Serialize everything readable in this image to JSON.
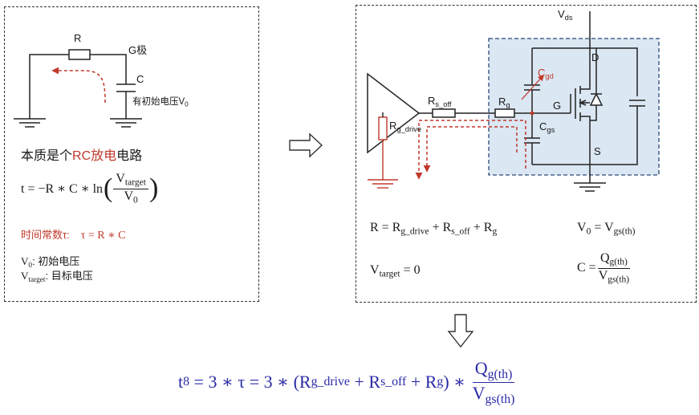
{
  "left": {
    "label_R": "R",
    "label_G": "G极",
    "label_C": "C",
    "cap_note": "有初始电压V",
    "cap_note_sub": "0",
    "essence_prefix": "本质是个",
    "essence_highlight": "RC放电",
    "essence_suffix": "电路",
    "formula_lhs": "t = −R ∗ C ∗ ln",
    "formula_num": "V",
    "formula_num_sub": "target",
    "formula_den": "V",
    "formula_den_sub": "0",
    "tau_label": "时间常数τ:",
    "tau_formula": "τ = R ∗ C",
    "v0_label": "V",
    "v0_sub": "0",
    "v0_desc": ": 初始电压",
    "vt_label": "V",
    "vt_sub": "target",
    "vt_desc": ": 目标电压"
  },
  "right": {
    "vds": "V",
    "vds_sub": "ds",
    "label_D": "D",
    "label_G": "G",
    "label_S": "S",
    "cgd": "C",
    "cgd_sub": "gd",
    "cgs": "C",
    "cgs_sub": "gs",
    "rg": "R",
    "rg_sub": "g",
    "rsoff": "R",
    "rsoff_sub": "s_off",
    "rgdrive": "R",
    "rgdrive_sub": "g_drive",
    "eq_R": "R = R",
    "eq_R_s1": "g_drive",
    "eq_R_m1": " + R",
    "eq_R_s2": "s_off",
    "eq_R_m2": " + R",
    "eq_R_s3": "g",
    "eq_V0": "V",
    "eq_V0_s": "0",
    "eq_V0_m": " = V",
    "eq_V0_s2": "gs(th)",
    "eq_Vt": "V",
    "eq_Vt_s": "target",
    "eq_Vt_m": " = 0",
    "eq_C": "C = ",
    "eq_C_num": "Q",
    "eq_C_num_s": "g(th)",
    "eq_C_den": "V",
    "eq_C_den_s": "gs(th)"
  },
  "bottom": {
    "t8": "t",
    "t8_sub": "8",
    "mid": " = 3 ∗ τ = 3 ∗ (R",
    "s1": "g_drive",
    "m1": " + R",
    "s2": "s_off",
    "m2": " + R",
    "s3": "g",
    "end": ") ∗ ",
    "num": "Q",
    "num_sub": "g(th)",
    "den": "V",
    "den_sub": "gs(th)"
  },
  "colors": {
    "accent_red": "#c0392b",
    "formula_blue": "#2b2ba6",
    "mosfet_box": "#dbe7f3"
  }
}
